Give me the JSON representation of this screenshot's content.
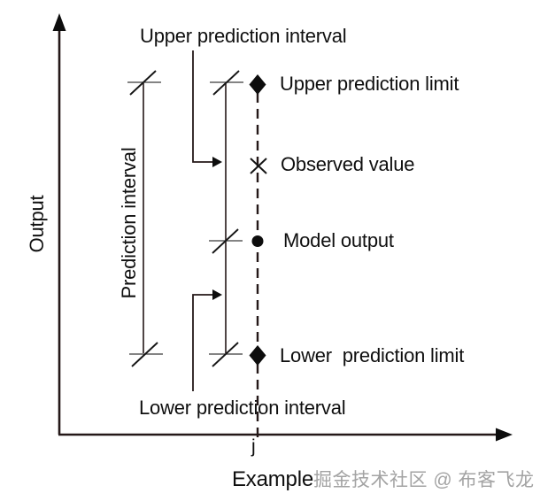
{
  "colors": {
    "line": "#241818",
    "marker": "#0d0d0d",
    "text": "#0f0f0f",
    "watermark": "#a3a3a3"
  },
  "y_axis": {
    "label": "Output"
  },
  "x_axis": {
    "label": "Example",
    "tick_label": "j"
  },
  "annotations": {
    "upper_prediction_interval": "Upper prediction interval",
    "prediction_interval": "Prediction interval",
    "upper_prediction_limit": "Upper prediction limit",
    "observed_value": "Observed value",
    "model_output": "Model output",
    "lower_prediction_limit": "Lower  prediction limit",
    "lower_prediction_interval": "Lower prediction interval"
  },
  "watermark": "掘金技术社区 @ 布客飞龙",
  "markers": [
    {
      "name": "upper-prediction-limit-marker",
      "shape": "filled-diamond"
    },
    {
      "name": "observed-value-marker",
      "shape": "x-cross"
    },
    {
      "name": "model-output-marker",
      "shape": "filled-circle"
    },
    {
      "name": "lower-prediction-limit-marker",
      "shape": "filled-diamond"
    }
  ]
}
